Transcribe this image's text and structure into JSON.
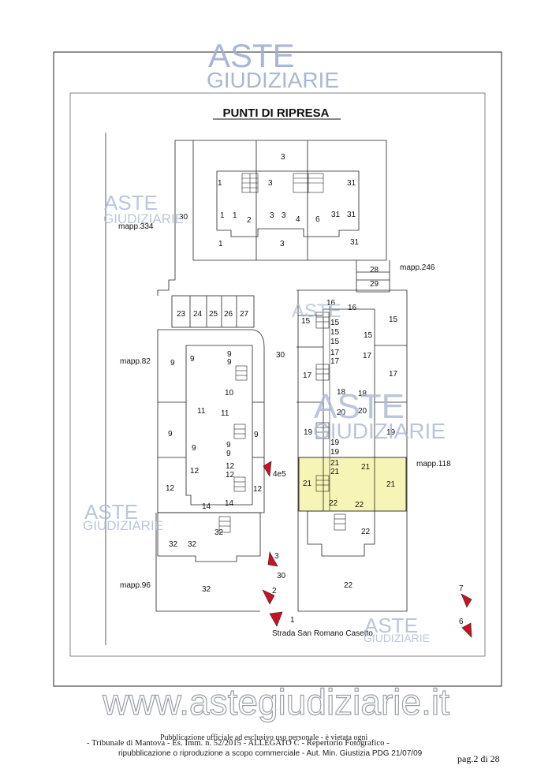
{
  "title": "PUNTI DI RIPRESA",
  "watermark": {
    "line1": "ASTE",
    "line2": "GIUDIZIARIE",
    "site": "www.astegiudiziarie.it",
    "color": "#9fb0cf"
  },
  "plan": {
    "parcels": {
      "p334": "mapp.334",
      "p246": "mapp.246",
      "p82": "mapp.82",
      "p118": "mapp.118",
      "p96": "mapp.96"
    },
    "street": "Strada San Romano Casetto",
    "highlight_color": "#f7f5b5",
    "marker_color": "#cc1122",
    "camera_points": [
      {
        "id": "m1",
        "label": "1"
      },
      {
        "id": "m2",
        "label": "2"
      },
      {
        "id": "m3",
        "label": "3"
      },
      {
        "id": "m4",
        "label": "4e5"
      },
      {
        "id": "m6",
        "label": "6"
      },
      {
        "id": "m7",
        "label": "7"
      }
    ],
    "labels": [
      "1",
      "2",
      "3",
      "4",
      "6",
      "9",
      "10",
      "11",
      "12",
      "14",
      "15",
      "16",
      "17",
      "18",
      "19",
      "20",
      "21",
      "22",
      "23",
      "24",
      "25",
      "26",
      "27",
      "28",
      "29",
      "30",
      "31",
      "32"
    ]
  },
  "footer": {
    "court": "- Tribunale di Mantova - Es. Imm. n. 52/2015 - ALLEGATO C - Repertorio Fotografico -",
    "pub_line1": "Pubblicazione ufficiale ad esclusivo uso personale - è vietata ogni",
    "pub_line2": "ripubblicazione o riproduzione a scopo commerciale - Aut. Min. Giustizia PDG 21/07/09",
    "page": "pag.2 di 28"
  }
}
